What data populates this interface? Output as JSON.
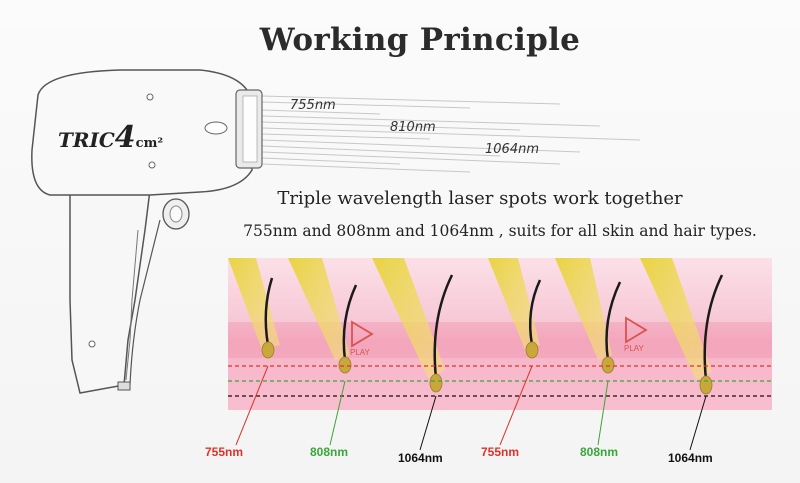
{
  "title": "Working Principle",
  "subtitle_line1": "Triple wavelength laser spots work together",
  "subtitle_line2": "755nm and 808nm and 1064nm , suits for all skin and hair types.",
  "device": {
    "brand_text": "TRIC",
    "brand_number": "4",
    "brand_unit": "cm²"
  },
  "beam_labels": [
    "755nm",
    "810nm",
    "1064nm"
  ],
  "play_label": "PLAY",
  "bottom_labels": [
    {
      "text": "755nm",
      "color": "#d9342b"
    },
    {
      "text": "808nm",
      "color": "#3aa63a"
    },
    {
      "text": "1064nm",
      "color": "#111111"
    },
    {
      "text": "755nm",
      "color": "#d9342b"
    },
    {
      "text": "808nm",
      "color": "#3aa63a"
    },
    {
      "text": "1064nm",
      "color": "#111111"
    }
  ]
}
